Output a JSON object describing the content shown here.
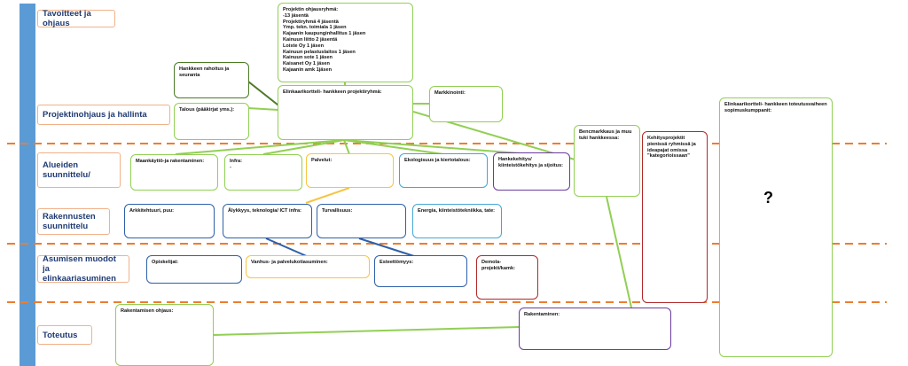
{
  "levels": {
    "goals": "Tavoitteet ja ohjaus",
    "management": "Projektinohjaus ja hallinta",
    "area_planning": "Alueiden suunnittelu/",
    "building_planning": "Rakennusten suunnittelu",
    "housing": "Asumisen muodot ja elinkaariasuminen",
    "implementation": "Toteutus"
  },
  "boxes": {
    "steering_group": "Projektin ohjausryhmä:\n-13 jäsentä\nProjektiryhmä 4 jäsentä\nYmp. tekn. toimiala 1 jäsen\nKajaanin kaupunginhallitus 1 jäsen\nKainuun liitto 2 jäsentä\nLoiste Oy 1 jäsen\nKainuun pelastuslaitos 1 jäsen\nKainuun sote 1 jäsen\nKaisanet Oy 1 jäsen\nKajaanin amk 1jäsen",
    "funding": "Hankkeen rahoitus ja seuranta",
    "finance": "Talous (pääkirjat yms.):",
    "project_group": "Elinkaarikortteli- hankkeen projektiryhmä:",
    "marketing": "Markkinointi:",
    "benchmarking": "Bencmarkkaus ja muu tuki hankkeessa:",
    "dev_projects": "Kehitysprojektit pienissä ryhmissä ja ideapajat omissa \"kategorioissaan\"",
    "partners": "Elinkaarikortteli- hankkeen toteutusvaiheen sopimuskumppanit:",
    "question": "?",
    "land_use": "Maankäyttö-ja rakentaminen:",
    "infra": "Infra:\n-",
    "services": "Palvelut:",
    "ecology": "Ekologisuus ja kiertotalous:",
    "property_dev": "Hankekehitys/ kiinteistökehitys ja sijoitus:",
    "architecture": "Arkkitehtuuri, puu:",
    "smart": "Älykkyys, teknologia/ ICT infra:",
    "safety": "Turvallisuus:",
    "energy": "Energia, kiinteistötekniikka, tate:",
    "students": "Opiskelijat:",
    "elderly": "Vanhus- ja palvelukotiasuminen:",
    "accessibility": "Esteettömyys:",
    "demo": "Demola-\nprojekti/kamk:",
    "construction_guidance": "Rakentamisen ohjaus:",
    "construction": "Rakentaminen:"
  },
  "colors": {
    "sidebar": "#5b9bd5",
    "level_border": "#f0b28a",
    "level_text": "#1f3b73",
    "dashed_divider": "#ed7d31",
    "green": "#92cf55",
    "dark_green": "#4b7a25",
    "blue": "#2e5fa8",
    "light_blue": "#44a6d6",
    "yellow": "#f5c542",
    "purple": "#6a3b9c",
    "red": "#b0282b"
  }
}
